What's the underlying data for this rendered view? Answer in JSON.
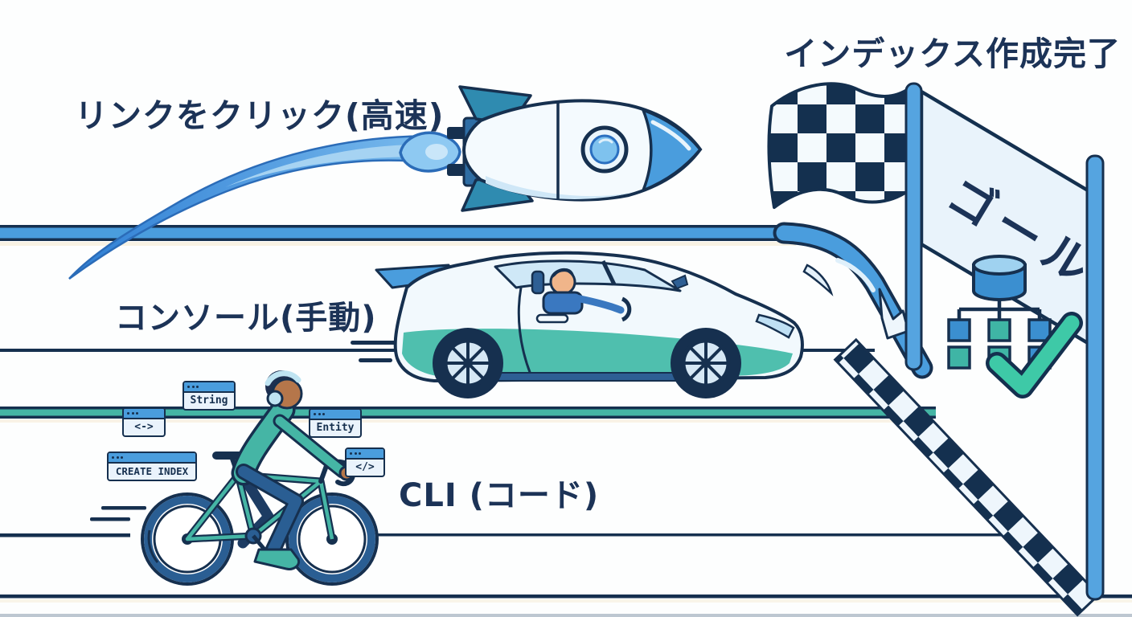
{
  "illustration": {
    "finish_status": "インデックス作成完了",
    "goal_banner": "ゴール",
    "lanes": [
      {
        "method": "リンクをクリック(高速)",
        "vehicle": "rocket",
        "speed": "fast"
      },
      {
        "method": "コンソール(手動)",
        "vehicle": "sports-car",
        "speed": "medium"
      },
      {
        "method": "CLI (コード)",
        "vehicle": "bicycle",
        "speed": "slow"
      }
    ],
    "code_windows": [
      {
        "label": "<->"
      },
      {
        "label": "String"
      },
      {
        "label": "Entity"
      },
      {
        "label": "CREATE INDEX"
      },
      {
        "label": "</>"
      }
    ],
    "icons": [
      "rocket-icon",
      "sports-car-icon",
      "bicycle-rider-icon",
      "checkered-flag-icon",
      "goal-banner",
      "database-index-tree-icon",
      "check-mark-icon",
      "finish-line-strip"
    ],
    "colors": {
      "navy_outline": "#16304f",
      "text_navy": "#1c3357",
      "track_blue": "#4a9ddd",
      "track_teal": "#45b5a5",
      "banner_bg": "#e9f3fb",
      "check_green": "#3ec9a7",
      "background": "#ffffff"
    }
  }
}
